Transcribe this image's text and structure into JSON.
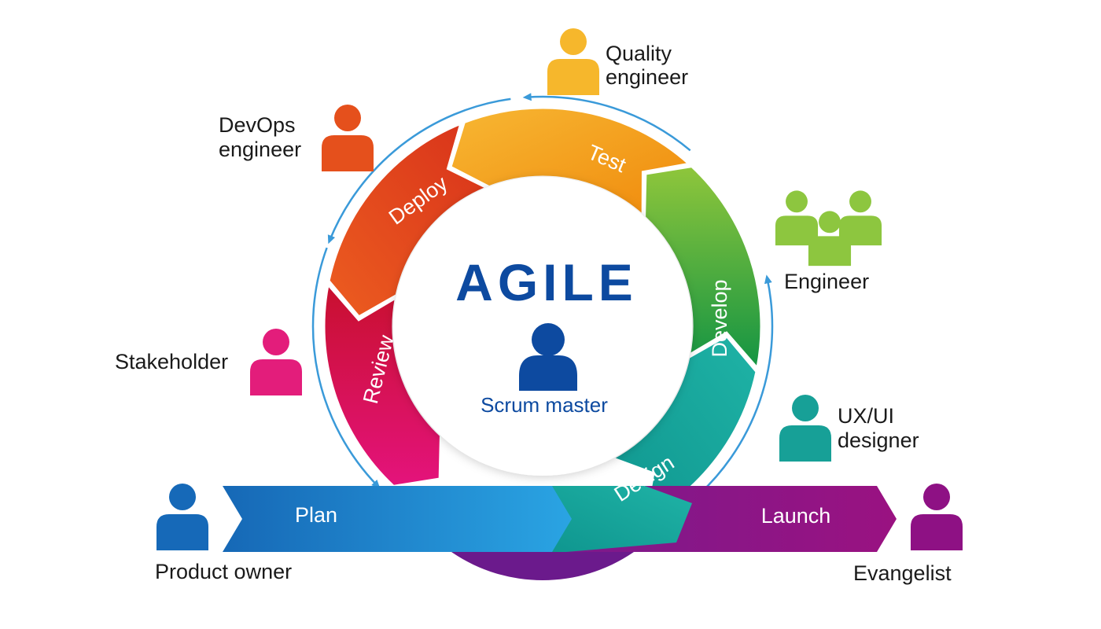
{
  "title": "AGILE",
  "center_role": "Scrum master",
  "stages": {
    "test": "Test",
    "develop": "Develop",
    "design": "Design",
    "review": "Review",
    "deploy": "Deploy",
    "plan": "Plan",
    "launch": "Launch"
  },
  "roles": {
    "quality_engineer": [
      "Quality",
      "engineer"
    ],
    "devops_engineer": [
      "DevOps",
      "engineer"
    ],
    "engineer": "Engineer",
    "ux_ui_designer": [
      "UX/UI",
      "designer"
    ],
    "stakeholder": "Stakeholder",
    "product_owner": "Product owner",
    "evangelist": "Evangelist"
  },
  "colors": {
    "title": "#0d4aa0",
    "scrum_master": "#0d4aa0",
    "plan": "#1f8fd8",
    "launch": "#8e1184",
    "test": "#f39a12",
    "develop": "#3aa832",
    "design": "#17a39a",
    "review": "#d81a56",
    "deploy": "#e0461c",
    "arrow": "#3a9ad9",
    "quality_engineer": "#f6b72c",
    "devops_engineer": "#e5501c",
    "engineer": "#8dc63f",
    "ux_ui_designer": "#17a097",
    "stakeholder": "#e31d7b",
    "product_owner": "#1669b8",
    "evangelist": "#8e1184"
  }
}
